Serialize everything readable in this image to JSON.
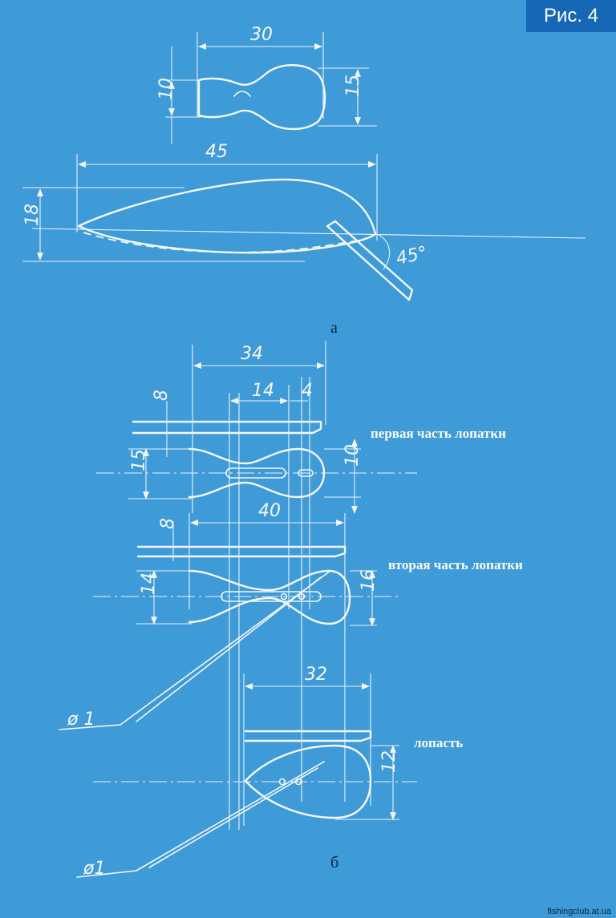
{
  "figure": {
    "label": "Рис. 4"
  },
  "view_a": {
    "sublabel": "а",
    "dims": {
      "width_top": "30",
      "height_left": "10",
      "height_right": "15",
      "length": "45",
      "height": "18",
      "angle": "45°"
    }
  },
  "view_b": {
    "sublabel": "б",
    "labels": {
      "part1": "первая часть лопатки",
      "part2": "вторая часть лопатки",
      "blade": "лопасть"
    },
    "dims": {
      "d34": "34",
      "d14": "14",
      "d4": "4",
      "d8a": "8",
      "d15": "15",
      "d10": "10",
      "d40": "40",
      "d8b": "8",
      "d14b": "14",
      "d16": "16",
      "d32": "32",
      "d12": "12",
      "phi1a": "ø 1",
      "phi1b": "ø1"
    }
  },
  "watermark": "fishingclub.at.ua",
  "colors": {
    "background": "#3f9ad8",
    "line": "#f4f8fc",
    "badge": "#1667b6"
  }
}
